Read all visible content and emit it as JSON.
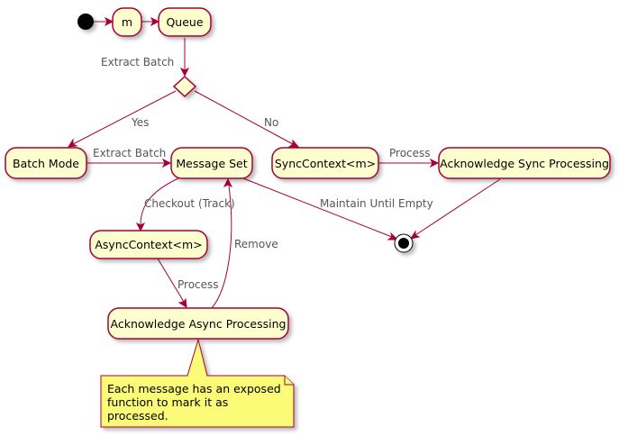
{
  "nodes": {
    "m": "m",
    "queue": "Queue",
    "batch_mode": "Batch Mode",
    "message_set": "Message Set",
    "sync_context": "SyncContext<m>",
    "ack_sync": "Acknowledge Sync Processing",
    "async_context": "AsyncContext<m>",
    "ack_async": "Acknowledge Async Processing"
  },
  "edges": {
    "extract_batch_1": "Extract Batch",
    "yes": "Yes",
    "no": "No",
    "extract_batch_2": "Extract Batch",
    "process_sync": "Process",
    "checkout": "Checkout (Track)",
    "remove": "Remove",
    "maintain": "Maintain Until Empty",
    "process_async": "Process"
  },
  "note": {
    "lines": [
      "Each message has an exposed",
      "function to mark it as",
      "processed."
    ]
  },
  "colors": {
    "node_fill": "#FEFECE",
    "node_border": "#A80036",
    "note_fill": "#FBFB77",
    "diamond_fill": "#FEFECE"
  }
}
